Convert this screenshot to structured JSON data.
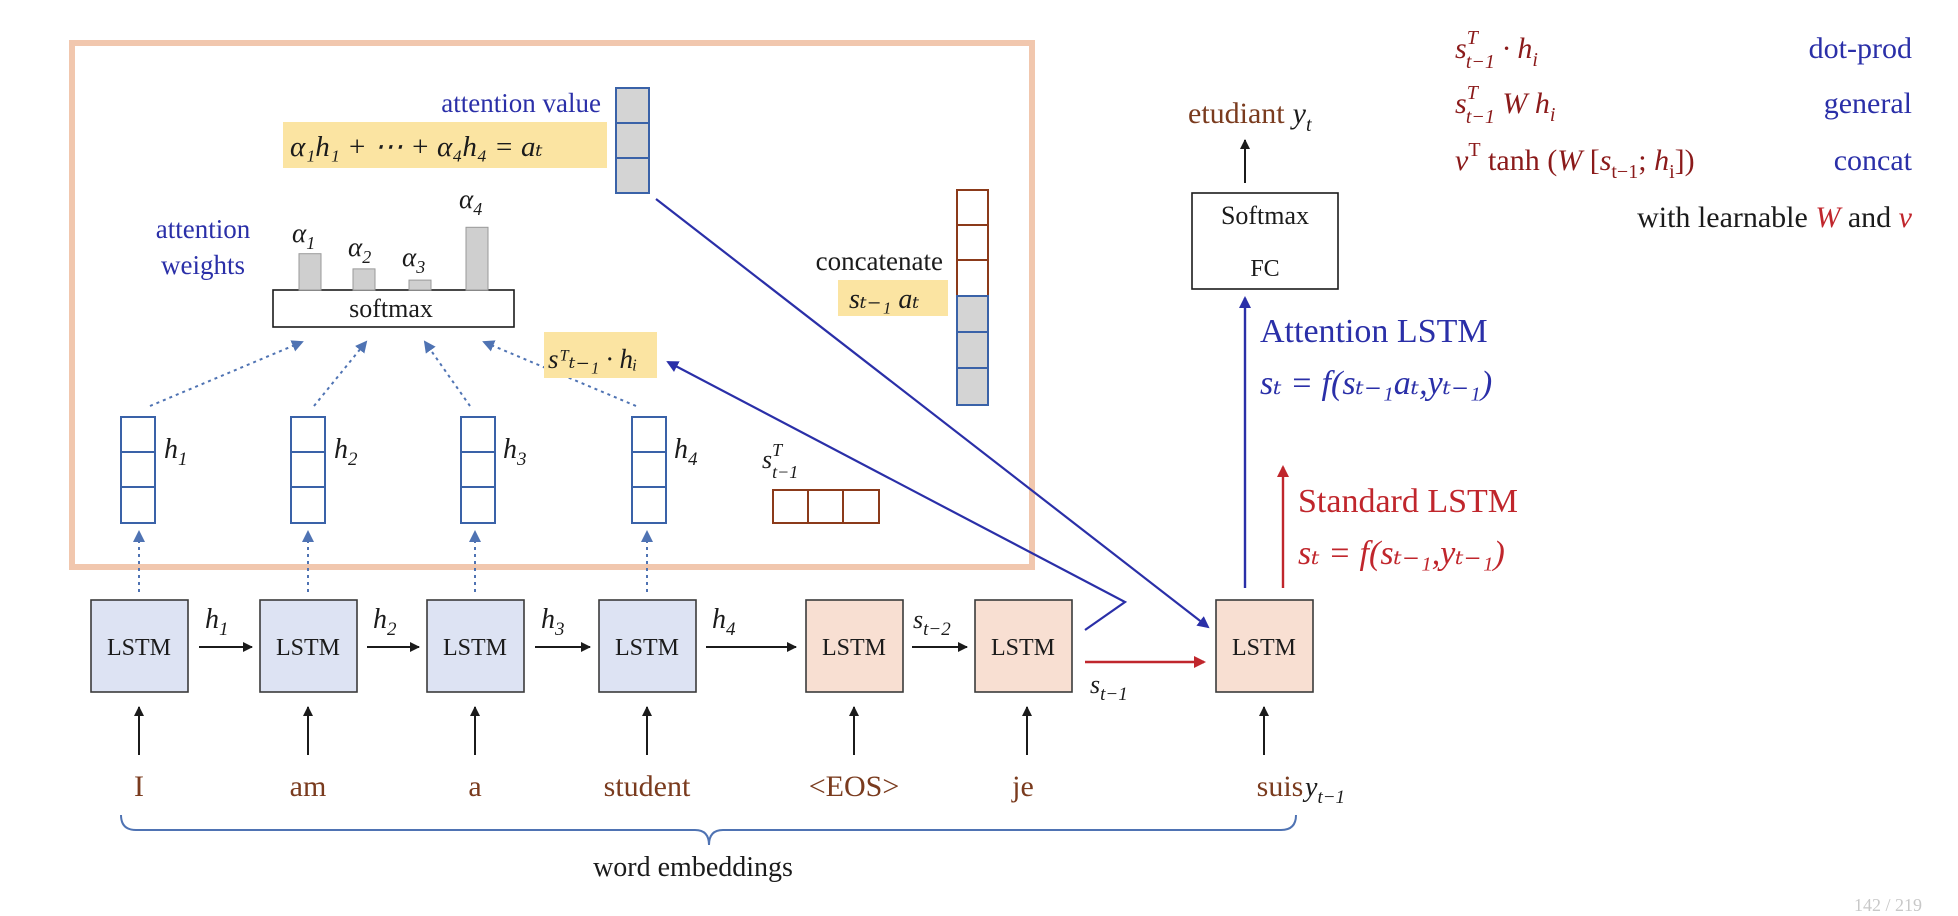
{
  "encoder": {
    "lstm_label": "LSTM",
    "inputs": [
      "I",
      "am",
      "a",
      "student"
    ],
    "hidden_labels": [
      "h",
      "h",
      "h",
      "h"
    ],
    "hidden_subs": [
      "1",
      "2",
      "3",
      "4"
    ]
  },
  "decoder": {
    "lstm_label": "LSTM",
    "inputs": [
      "<EOS>",
      "je",
      "suis"
    ],
    "s_t2": "s",
    "s_t2_sub": "t−2",
    "s_t1": "s",
    "s_t1_sub": "t−1",
    "y_prev": "y",
    "y_prev_sub": "t−1",
    "output_word": "etudiant",
    "output_y": "y",
    "output_y_sub": "t"
  },
  "embeddings_label": "word embeddings",
  "attention": {
    "value_label": "attention value",
    "value_formula": "α₁h₁ + ⋯ + α₄h₄ = aₜ",
    "weights_label_1": "attention",
    "weights_label_2": "weights",
    "alphas": [
      "α",
      "α",
      "α",
      "α"
    ],
    "alpha_subs": [
      "1",
      "2",
      "3",
      "4"
    ],
    "weights": [
      0.55,
      0.32,
      0.15,
      0.95
    ],
    "softmax_label": "softmax",
    "score_formula": "sᵀₜ₋₁ · hᵢ",
    "s_transpose": "s",
    "s_transpose_sup": "T",
    "s_transpose_sub": "t−1",
    "concat_label": "concatenate",
    "concat_formula": "sₜ₋₁ aₜ"
  },
  "softmax_fc": {
    "top": "Softmax",
    "bottom": "FC"
  },
  "attention_lstm": {
    "title": "Attention LSTM",
    "formula": "sₜ = f(sₜ₋₁aₜ,yₜ₋₁)"
  },
  "standard_lstm": {
    "title": "Standard LSTM",
    "formula": "sₜ = f(sₜ₋₁,yₜ₋₁)"
  },
  "score_types": [
    {
      "formula": "sᵀₜ₋₁ · hᵢ",
      "name": "dot-prod"
    },
    {
      "formula": "sᵀₜ₋₁ W hᵢ",
      "name": "general"
    },
    {
      "formula": "vᵀ tanh (W [sₜ₋₁; hᵢ])",
      "name": "concat"
    }
  ],
  "learnable_note": {
    "prefix": "with learnable",
    "W": "W",
    "and": "and",
    "v": "v"
  },
  "page_number": "142 / 219",
  "colors": {
    "encoder_fill": "#dde3f3",
    "decoder_fill": "#f8dfd2",
    "attention_frame": "#f1c7ae",
    "highlight": "#fbe4a2",
    "blue": "#2a2fa8",
    "red": "#c0262c",
    "word": "#7a3b1e"
  }
}
